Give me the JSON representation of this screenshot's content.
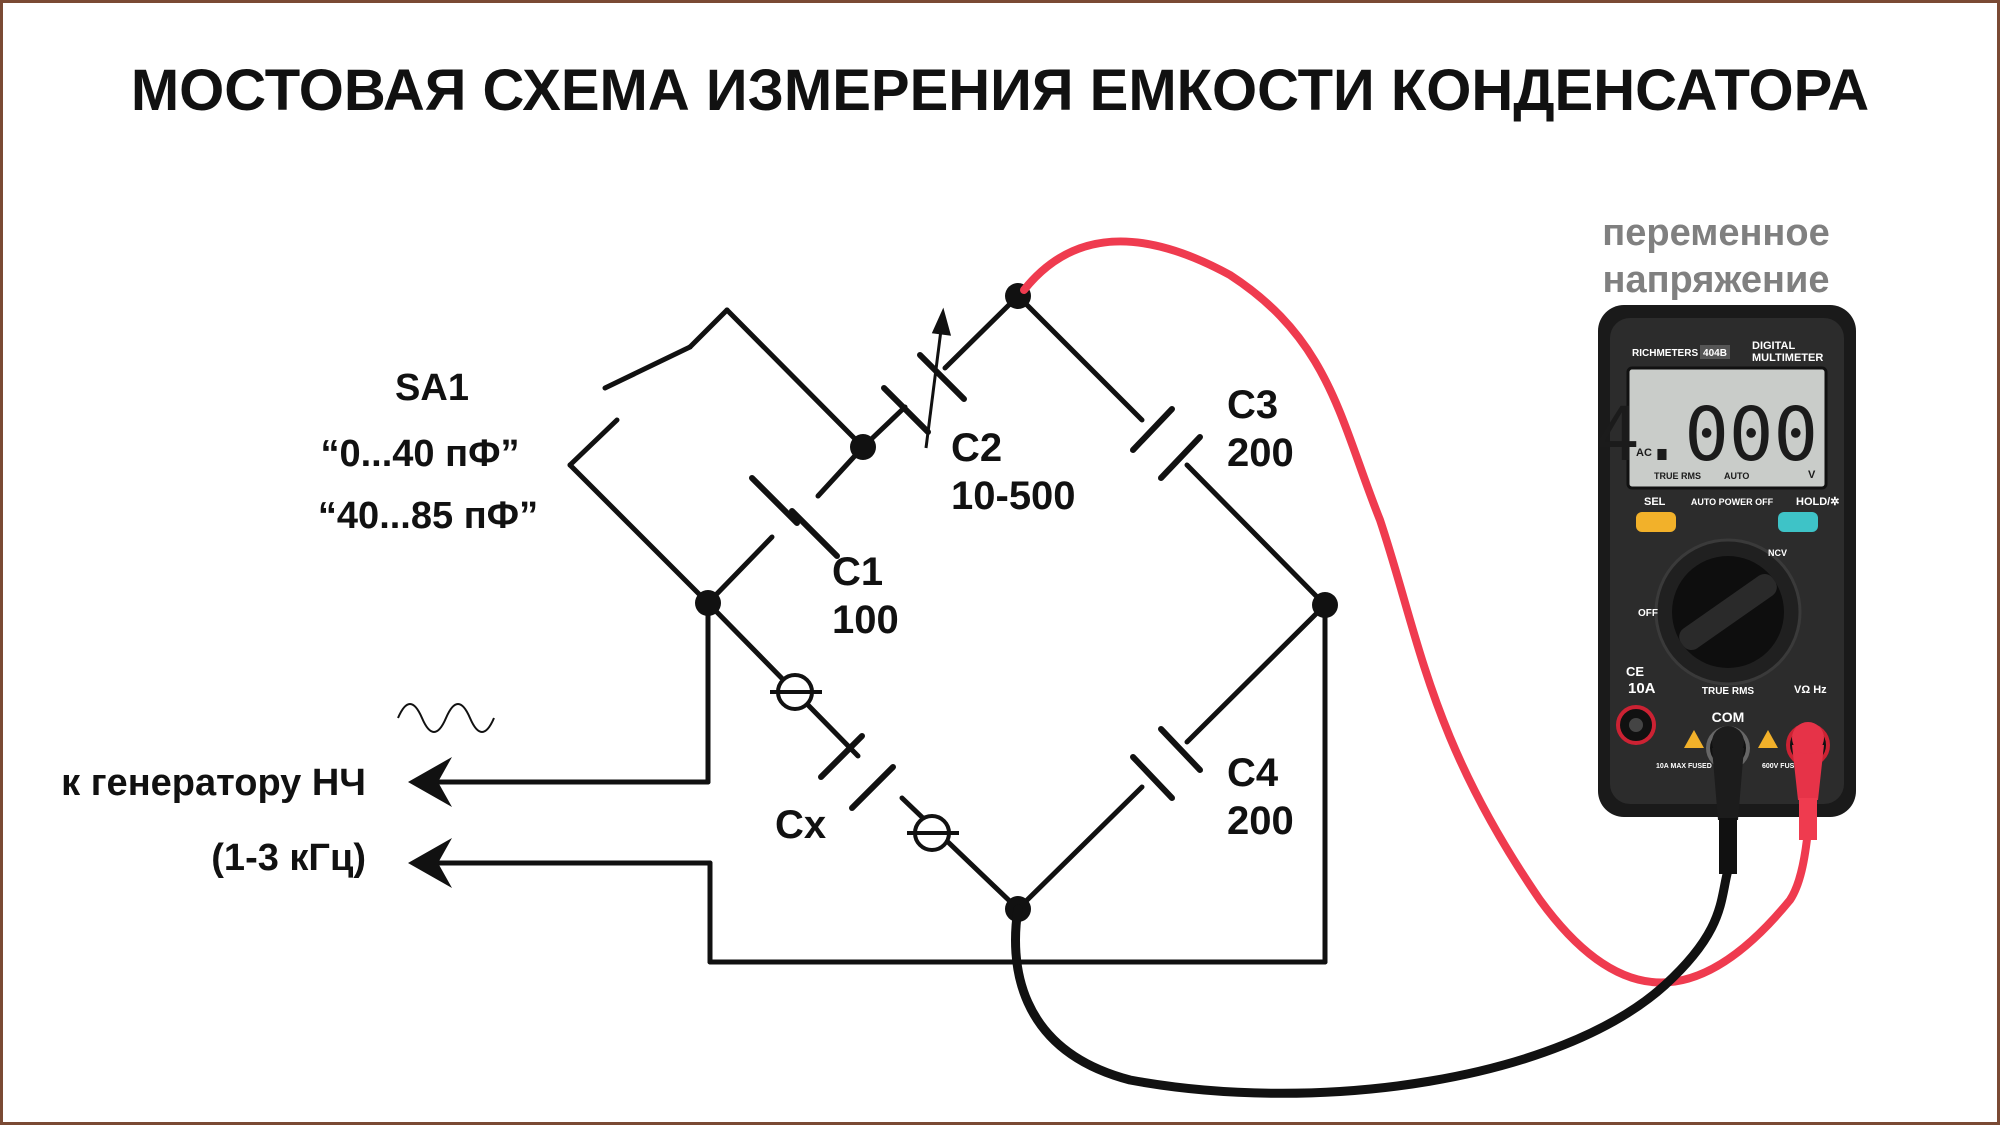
{
  "title": "МОСТОВАЯ СХЕМА ИЗМЕРЕНИЯ ЕМКОСТИ КОНДЕНСАТОРА",
  "switch": {
    "name": "SA1",
    "range1": "“0...40 пФ”",
    "range2": "“40...85 пФ”"
  },
  "capacitors": {
    "c1_name": "C1",
    "c1_value": "100",
    "c2_name": "C2",
    "c2_value": "10-500",
    "c3_name": "C3",
    "c3_value": "200",
    "c4_name": "C4",
    "c4_value": "200",
    "cx_name": "Cx"
  },
  "generator": {
    "line1": "к генератору НЧ",
    "line2": "(1-3 кГц)"
  },
  "multimeter": {
    "caption_line1": "переменное",
    "caption_line2": "напряжение",
    "brand": "RICHMETERS",
    "model": "404B",
    "type_line1": "DIGITAL",
    "type_line2": "MULTIMETER",
    "reading": "4.000",
    "mode_ac": "AC",
    "unit_v": "V",
    "true_rms_small": "TRUE RMS",
    "auto": "AUTO",
    "sel": "SEL",
    "auto_power_off": "AUTO POWER OFF",
    "hold": "HOLD/✲",
    "off": "OFF",
    "ncv": "NCV",
    "true_rms_dial": "TRUE RMS",
    "port_10a": "10A",
    "port_com": "COM",
    "port_vohm": "VΩ Hz",
    "fuse_10a": "10A MAX FUSED",
    "fuse_600v": "600V FUSED",
    "ce": "CE"
  },
  "colors": {
    "wire": "#111111",
    "probe_red": "#ef3b4f",
    "probe_black": "#111111",
    "caption_gray": "#808080",
    "meter_body": "#2a2a2a",
    "lcd": "#c9ccc9",
    "button_yellow": "#f2b12a",
    "button_cyan": "#3ec3c7",
    "border": "#7a4a34"
  }
}
